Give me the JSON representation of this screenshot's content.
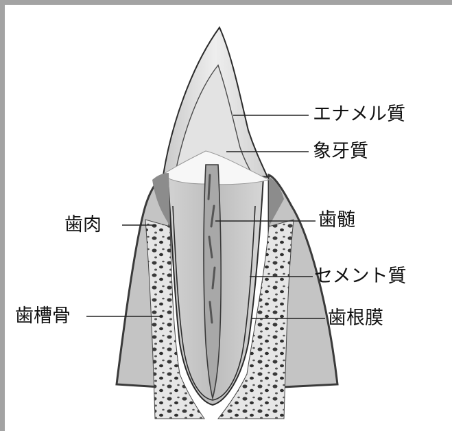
{
  "diagram": {
    "labels": {
      "enamel": "エナメル質",
      "dentin": "象牙質",
      "gingiva": "歯肉",
      "pulp": "歯髄",
      "cementum": "セメント質",
      "alveolar_bone": "歯槽骨",
      "periodontal_ligament": "歯根膜"
    }
  },
  "colors": {
    "frame": "#a3a3a3",
    "ink": "#2b2b2b",
    "gum": "#bdbdbd"
  }
}
